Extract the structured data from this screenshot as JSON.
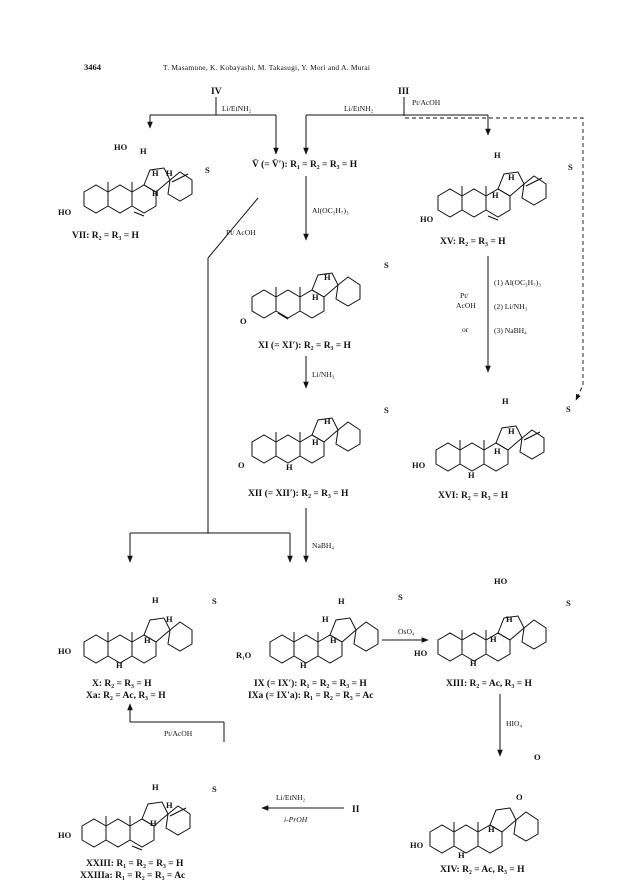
{
  "header": {
    "page_number": "3464",
    "authors": "T. Masamune, K. Kobayashi, M. Takasugi, Y. Mori and A. Murai"
  },
  "roman": {
    "iv": "IV",
    "iii": "III",
    "ii": "II"
  },
  "reagents": {
    "li_etnh2_left": "Li/EtNH₂",
    "li_etnh2_right": "Li/EtNH₂",
    "pt_acoh_top": "Pt/AcOH",
    "pt_acoh_diag": "Pt/ AcOH",
    "al_oipr": "Al(OC₃H₇)₃",
    "li_nh3_mid": "Li/NH₃",
    "nabh4_mid": "NaBH₄",
    "pt_acoh_xv_1": "Pt/",
    "pt_acoh_xv_2": "AcOH",
    "or": "or",
    "step1": "(1) Al(OC₃H₇)₃",
    "step2": "(2) Li/NH₃",
    "step3": "(3) NaBH₄",
    "oso4": "OsO₄",
    "hio4": "HIO₄",
    "pt_acoh_bottom": "Pt/AcOH",
    "li_etnh2_bottom": "Li/EtNH₂",
    "iproh": "i-PrOH"
  },
  "compounds": {
    "vii": "VII: R₂ = R₃ = H",
    "v": "V̄ (= V̄′): R₁ = R₂ = R₃ = H",
    "xv": "XV: R₂ = R₃ = H",
    "xi": "XI (= XI′): R₂ = R₃ = H",
    "xvi": "XVI: R₂ = R₃ = H",
    "xii": "XII (= XII′): R₂ = R₃ = H",
    "x": "X: R₂ = R₃ = H",
    "xa": "Xa: R₂ = Ac,   R₃ = H",
    "ix": "IX (= IX′): R₁ = R₂ = R₃ = H",
    "ixa": "IXa (= IX′a): R₁ = R₂ = R₃ = Ac",
    "xiii": "XIII: R₂ = Ac,   R₃ = H",
    "xxiii": "XXIII: R₁ = R₂ = R₃ = H",
    "xxiiia": "XXIIIa: R₁ = R₂ = R₃ = Ac",
    "xiv": "XIV: R₂ = Ac,   R₃ = H"
  },
  "atoms": {
    "s": "S",
    "h": "H",
    "ho": "HO",
    "o": "O",
    "r1o": "R₁O"
  }
}
